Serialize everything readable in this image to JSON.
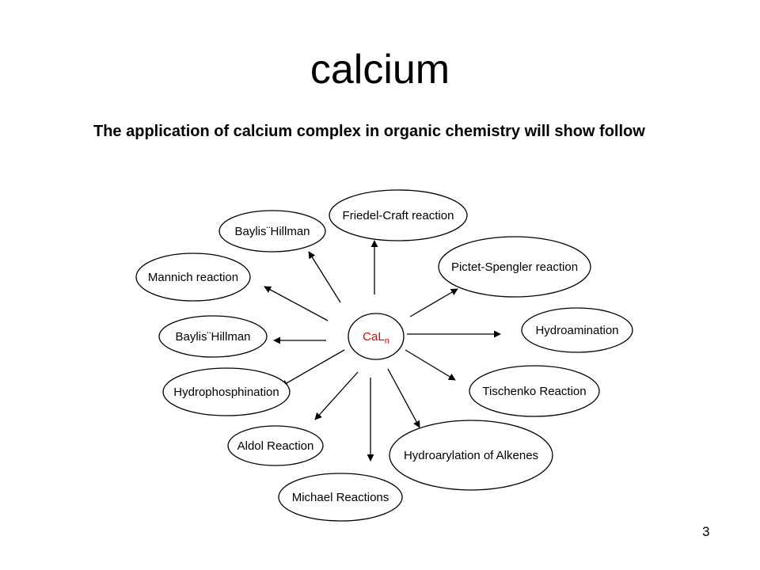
{
  "slide": {
    "title": "calcium",
    "subtitle": "The application of calcium complex in organic chemistry will show follow",
    "page_number": "3"
  },
  "diagram": {
    "center": {
      "main": "CaL",
      "sub": "n",
      "color": "#e00000"
    },
    "nodes": [
      {
        "id": "friedel-craft",
        "label": "Friedel-Craft reaction"
      },
      {
        "id": "baylis-hillman-top",
        "label": "Baylis¨Hillman"
      },
      {
        "id": "pictet-spengler",
        "label": "Pictet-Spengler reaction"
      },
      {
        "id": "mannich",
        "label": "Mannich reaction"
      },
      {
        "id": "hydroamination",
        "label": "Hydroamination"
      },
      {
        "id": "baylis-hillman-mid",
        "label": "Baylis¨Hillman"
      },
      {
        "id": "tischenko",
        "label": "Tischenko Reaction"
      },
      {
        "id": "hydrophosphination",
        "label": "Hydrophosphination"
      },
      {
        "id": "aldol",
        "label": "Aldol Reaction"
      },
      {
        "id": "hydroarylation",
        "label": "Hydroarylation of Alkenes"
      },
      {
        "id": "michael",
        "label": "Michael Reactions"
      }
    ]
  }
}
